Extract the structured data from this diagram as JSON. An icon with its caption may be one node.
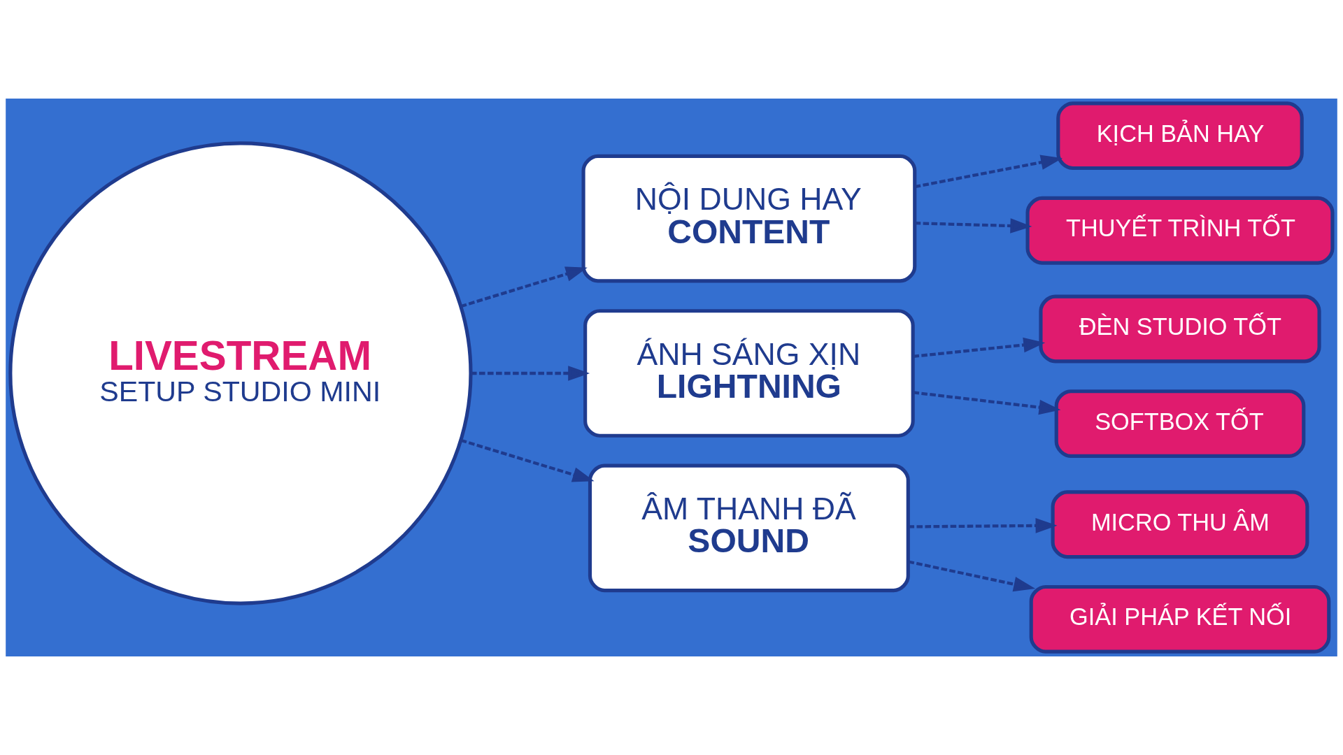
{
  "diagram": {
    "nodes": [
      {
        "text": [
          "LIVESTREAM",
          "SETUP STUDIO MINI"
        ]
      },
      {
        "text": [
          "NỘI DUNG HAY",
          "CONTENT"
        ]
      },
      {
        "text": [
          "KỊCH BẢN HAY"
        ]
      },
      {
        "text": [
          "THUYẾT TRÌNH TỐT"
        ]
      },
      {
        "text": [
          "ÁNH SÁNG XỊN",
          "LIGHTNING"
        ]
      },
      {
        "text": [
          "ĐÈN STUDIO TỐT"
        ]
      },
      {
        "text": [
          "SOFTBOX TỐT"
        ]
      },
      {
        "text": [
          "ÂM THANH ĐÃ",
          "SOUND"
        ]
      },
      {
        "text": [
          "MICRO THU ÂM"
        ]
      },
      {
        "text": [
          "GIẢI PHÁP KẾT NỐI"
        ]
      }
    ],
    "edges": [
      {
        "from": 0,
        "to": 1,
        "arrow": "to",
        "style": "dashed"
      },
      {
        "from": 0,
        "to": 4,
        "arrow": "to",
        "style": "dashed"
      },
      {
        "from": 0,
        "to": 7,
        "arrow": "to",
        "style": "dashed"
      },
      {
        "from": 1,
        "to": 2,
        "arrow": "to",
        "style": "dashed"
      },
      {
        "from": 1,
        "to": 3,
        "arrow": "to",
        "style": "dashed"
      },
      {
        "from": 4,
        "to": 5,
        "arrow": "to",
        "style": "dashed"
      },
      {
        "from": 4,
        "to": 6,
        "arrow": "to",
        "style": "dashed"
      },
      {
        "from": 7,
        "to": 8,
        "arrow": "to",
        "style": "dashed"
      },
      {
        "from": 7,
        "to": 9,
        "arrow": "to",
        "style": "dashed"
      }
    ]
  }
}
